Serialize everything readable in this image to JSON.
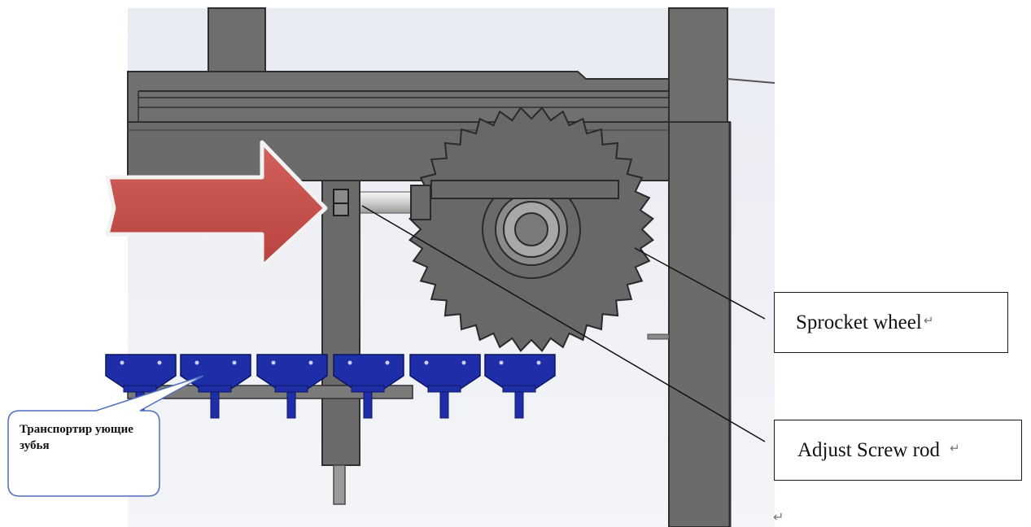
{
  "labels": {
    "sprocket_wheel": "Sprocket wheel",
    "adjust_screw_rod": "Adjust Screw rod",
    "transport_teeth": "Транспортир ующие зубья",
    "return_mark": "↵"
  },
  "colors": {
    "frame": "#6b6b6b",
    "frame_dark": "#3a3a3a",
    "background": "#eef0f5",
    "arrow": "#c0504d",
    "teeth": "#1e2ea8",
    "callout_border": "#4f6fbf"
  },
  "icons": [
    "right-arrow-icon",
    "sprocket-wheel-icon"
  ]
}
